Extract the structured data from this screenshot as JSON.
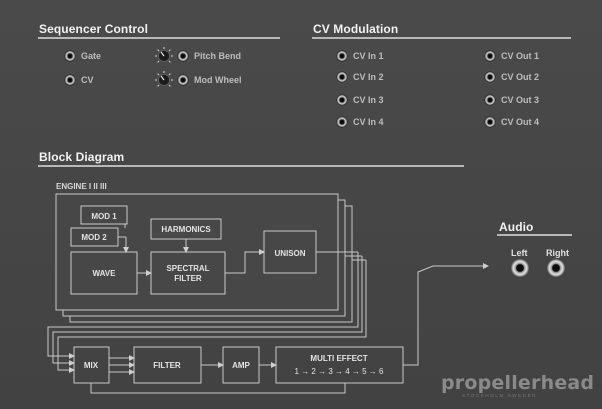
{
  "sequencer": {
    "title": "Sequencer Control",
    "gate": "Gate",
    "cv": "CV",
    "pitch_bend": "Pitch Bend",
    "mod_wheel": "Mod Wheel"
  },
  "cv_modulation": {
    "title": "CV Modulation",
    "inputs": [
      "CV In 1",
      "CV In 2",
      "CV In 3",
      "CV In 4"
    ],
    "outputs": [
      "CV Out 1",
      "CV Out 2",
      "CV Out 3",
      "CV Out 4"
    ]
  },
  "block_diagram": {
    "title": "Block Diagram",
    "engine_label": "ENGINE  I  II  III",
    "mod1": "MOD 1",
    "mod2": "MOD 2",
    "wave": "WAVE",
    "harmonics": "HARMONICS",
    "spectral_filter_1": "SPECTRAL",
    "spectral_filter_2": "FILTER",
    "unison": "UNISON",
    "mix": "MIX",
    "filter": "FILTER",
    "amp": "AMP",
    "multi_effect": "MULTI EFFECT",
    "effect_chain": "1 → 2 → 3 → 4 → 5 → 6"
  },
  "audio": {
    "title": "Audio",
    "left": "Left",
    "right": "Right"
  },
  "brand": {
    "name": "propellerhead",
    "sub": "STOCKHOLM SWEDEN"
  }
}
